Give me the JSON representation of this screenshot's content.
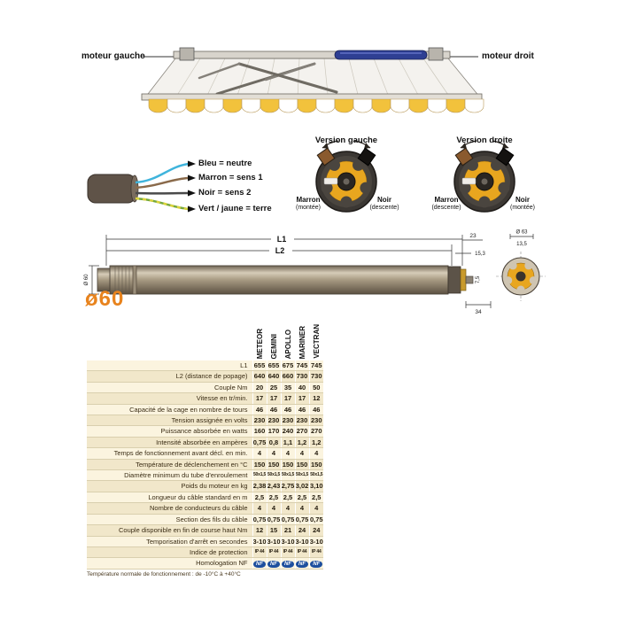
{
  "awning": {
    "left_label": "moteur gauche",
    "right_label": "moteur droit"
  },
  "wiring": {
    "items": [
      {
        "name": "blue-wire",
        "color": "#3fb4dc",
        "label": "Bleu = neutre"
      },
      {
        "name": "brown-wire",
        "color": "#8a6a4a",
        "label": "Marron = sens 1"
      },
      {
        "name": "black-wire",
        "color": "#4a4a4a",
        "label": "Noir = sens 2"
      },
      {
        "name": "green-yellow-wire",
        "color": "#76a83c",
        "color2": "#ddd43c",
        "label": "Vert / jaune = terre"
      }
    ]
  },
  "versions": {
    "left": {
      "title": "Version gauche",
      "left_wire": "Marron",
      "left_dir": "(montée)",
      "right_wire": "Noir",
      "right_dir": "(descente)"
    },
    "right": {
      "title": "Version droite",
      "left_wire": "Marron",
      "left_dir": "(descente)",
      "right_wire": "Noir",
      "right_dir": "(montée)"
    }
  },
  "dimensions": {
    "l1": "L1",
    "l2": "L2",
    "big_d60": "ø60",
    "d60": "Ø 60",
    "d23": "23",
    "d153": "15,3",
    "d63": "Ø 63",
    "d135": "13,5",
    "d75": "7,5",
    "d34": "34"
  },
  "table": {
    "columns": [
      "METEOR",
      "GEMINI",
      "APOLLO",
      "MARINER",
      "VECTRAN"
    ],
    "rows": [
      {
        "label": "L1",
        "values": [
          "655",
          "655",
          "675",
          "745",
          "745"
        ]
      },
      {
        "label": "L2 (distance de popage)",
        "values": [
          "640",
          "640",
          "660",
          "730",
          "730"
        ]
      },
      {
        "label": "Couple Nm",
        "values": [
          "20",
          "25",
          "35",
          "40",
          "50"
        ]
      },
      {
        "label": "Vitesse en tr/min.",
        "values": [
          "17",
          "17",
          "17",
          "17",
          "12"
        ]
      },
      {
        "label": "Capacité de la cage en nombre de tours",
        "values": [
          "46",
          "46",
          "46",
          "46",
          "46"
        ]
      },
      {
        "label": "Tension assignée en volts",
        "values": [
          "230",
          "230",
          "230",
          "230",
          "230"
        ]
      },
      {
        "label": "Puissance absorbée en watts",
        "values": [
          "160",
          "170",
          "240",
          "270",
          "270"
        ]
      },
      {
        "label": "Intensité absorbée en ampères",
        "values": [
          "0,75",
          "0,8",
          "1,1",
          "1,2",
          "1,2"
        ]
      },
      {
        "label": "Temps de fonctionnement avant décl. en min.",
        "values": [
          "4",
          "4",
          "4",
          "4",
          "4"
        ]
      },
      {
        "label": "Température de déclenchement en °C",
        "values": [
          "150",
          "150",
          "150",
          "150",
          "150"
        ]
      },
      {
        "label": "Diamètre minimum du tube d'enroulement",
        "values": [
          "50x1,5",
          "50x1,5",
          "50x1,5",
          "50x1,5",
          "50x1,5"
        ]
      },
      {
        "label": "Poids du moteur en kg",
        "values": [
          "2,38",
          "2,43",
          "2,75",
          "3,02",
          "3,10"
        ]
      },
      {
        "label": "Longueur du câble standard en m",
        "values": [
          "2,5",
          "2,5",
          "2,5",
          "2,5",
          "2,5"
        ]
      },
      {
        "label": "Nombre de conducteurs du câble",
        "values": [
          "4",
          "4",
          "4",
          "4",
          "4"
        ]
      },
      {
        "label": "Section des fils du câble",
        "values": [
          "0,75",
          "0,75",
          "0,75",
          "0,75",
          "0,75"
        ]
      },
      {
        "label": "Couple disponible en fin de course haut Nm",
        "values": [
          "12",
          "15",
          "21",
          "24",
          "24"
        ]
      },
      {
        "label": "Temporisation d'arrêt en secondes",
        "values": [
          "3-10",
          "3-10",
          "3-10",
          "3-10",
          "3-10"
        ]
      },
      {
        "label": "Indice de protection",
        "values": [
          "IP 44",
          "IP 44",
          "IP 44",
          "IP 44",
          "IP 44"
        ]
      },
      {
        "label": "Homologation NF",
        "values": [
          "NF",
          "NF",
          "NF",
          "NF",
          "NF"
        ],
        "style": "nf"
      }
    ]
  },
  "footnote": "Température normale de fonctionnement : de -10°C à +40°C",
  "colors": {
    "accent_orange": "#e8831d",
    "valance_yellow": "#f2c23c",
    "motor_blue": "#2e3f93",
    "crown_yellow": "#e8a61f",
    "nf_blue": "#1d4f9e"
  }
}
